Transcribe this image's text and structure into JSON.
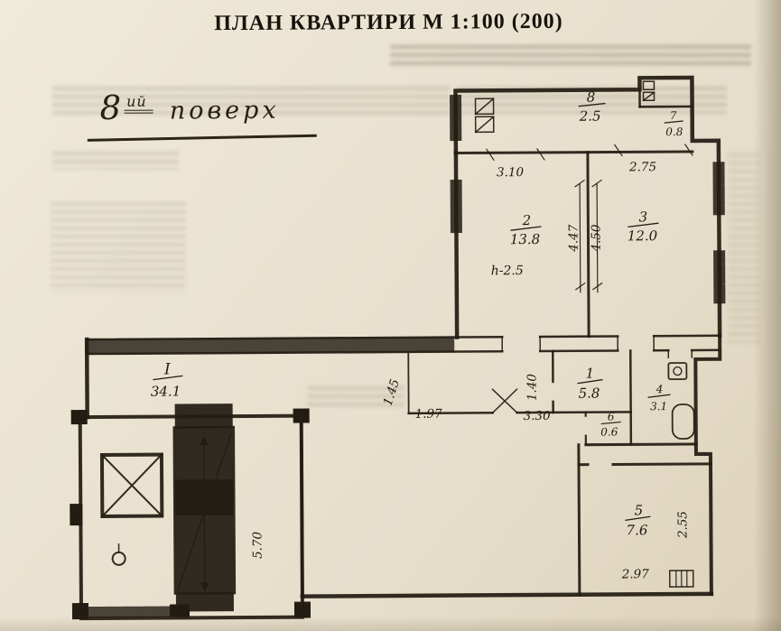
{
  "page": {
    "title": "ПЛАН КВАРТИРИ М 1:100 (200)",
    "floor_number": "8",
    "floor_suffix": "ий",
    "floor_word": "поверх"
  },
  "plan": {
    "rooms": [
      {
        "num": "8",
        "area": "2.5"
      },
      {
        "num": "7",
        "area": "0.8"
      },
      {
        "num": "2",
        "area": "13.8"
      },
      {
        "num": "3",
        "area": "12.0"
      },
      {
        "num": "1",
        "area": "5.8"
      },
      {
        "num": "4",
        "area": "3.1"
      },
      {
        "num": "6",
        "area": "0.6"
      },
      {
        "num": "5",
        "area": "7.6"
      },
      {
        "num": "I",
        "area": "34.1"
      }
    ],
    "room2_height_note": "h-2.5",
    "dims": {
      "d310": "3.10",
      "d275": "2.75",
      "d447": "4.47",
      "d450": "4.50",
      "d145": "1.45",
      "d197": "1.97",
      "d140": "1.40",
      "d330": "3.30",
      "d570": "5.70",
      "d255": "2.55",
      "d297": "2.97"
    }
  },
  "colors": {
    "paper": "#e9e2d1",
    "ink": "#221c12"
  }
}
